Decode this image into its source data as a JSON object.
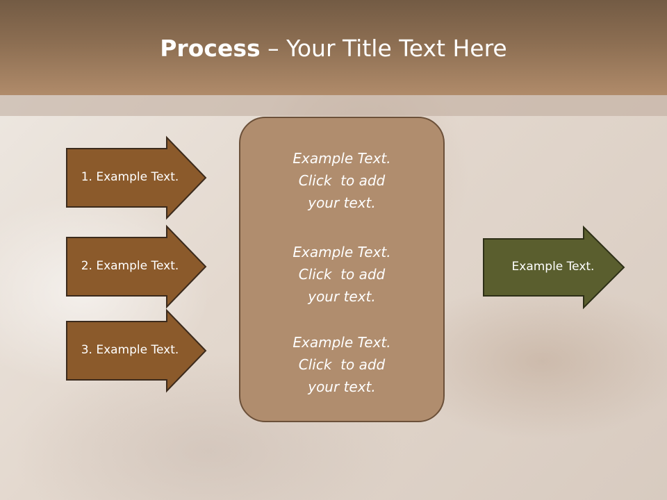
{
  "title": {
    "bold": "Process",
    "rest": " – Your Title Text Here"
  },
  "steps": [
    {
      "label": "1. Example Text."
    },
    {
      "label": "2. Example Text."
    },
    {
      "label": "3. Example Text."
    }
  ],
  "center_blocks": [
    {
      "lines": [
        "Example Text.",
        "Click  to add",
        "your text."
      ]
    },
    {
      "lines": [
        "Example Text.",
        "Click  to add",
        "your text."
      ]
    },
    {
      "lines": [
        "Example Text.",
        "Click  to add",
        "your text."
      ]
    }
  ],
  "output": {
    "label": "Example Text."
  },
  "colors": {
    "header": "#8c6e52",
    "step_arrow_fill": "#8b5a2b",
    "center_box_fill": "#b08d6e",
    "output_arrow_fill": "#5a5e2e",
    "outline": "#3b2a1c"
  }
}
